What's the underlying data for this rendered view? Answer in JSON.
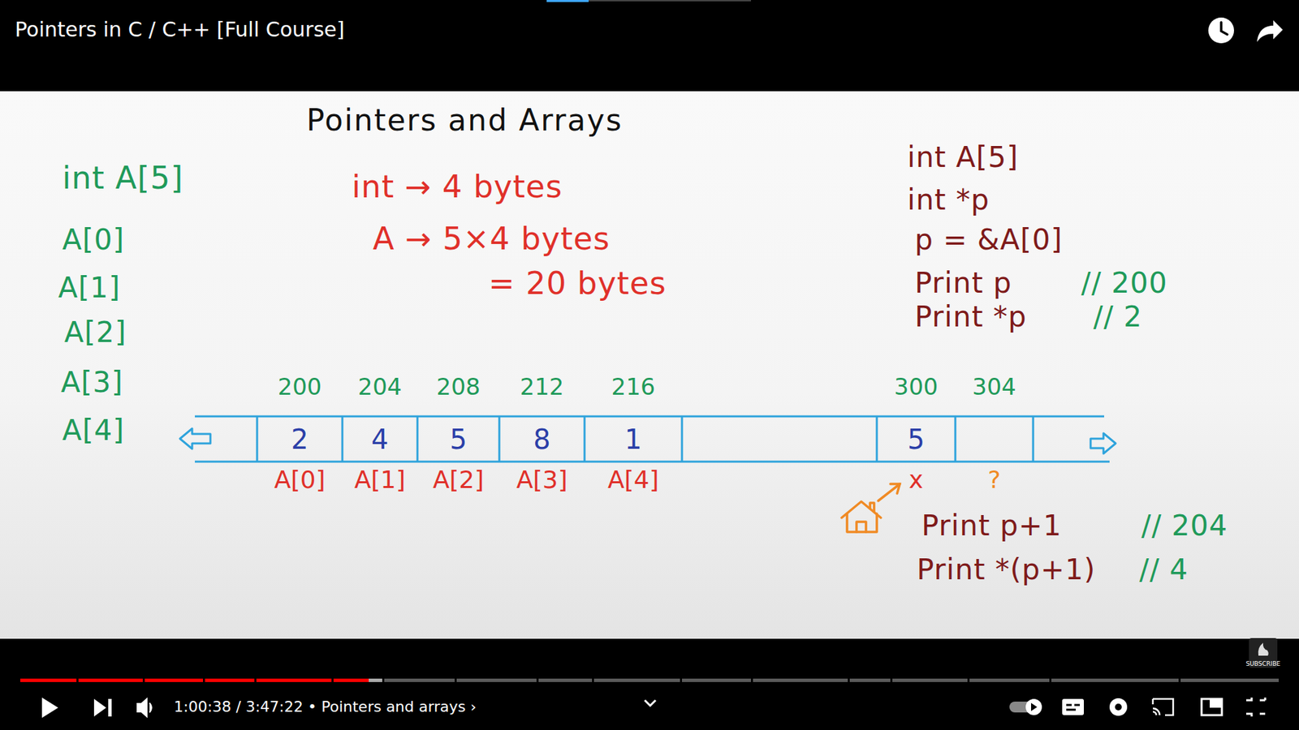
{
  "diagram": {
    "title": "Pointers and Arrays",
    "nodes": [
      {
        "text": [
          "200",
          "2",
          "A[0]"
        ]
      },
      {
        "text": [
          "204",
          "4",
          "A[1]"
        ]
      },
      {
        "text": [
          "208",
          "5",
          "A[2]"
        ]
      },
      {
        "text": [
          "212",
          "8",
          "A[3]"
        ]
      },
      {
        "text": [
          "216",
          "1",
          "A[4]"
        ]
      },
      {
        "text": [
          "300",
          "5",
          "x"
        ]
      },
      {
        "text": [
          "304",
          "?"
        ]
      }
    ],
    "labels": [
      "Pointers in C / C++ [Full Course]",
      "int A[5]",
      "A[0]",
      "A[1]",
      "A[2]",
      "A[3]",
      "A[4]",
      "int → 4 bytes",
      "A → 5×4 bytes",
      "= 20 bytes",
      "int A[5]",
      "int *p",
      "p = &A[0]",
      "Print p",
      "// 200",
      "Print *p",
      "// 2",
      "Print p+1",
      "// 204",
      "Print *(p+1)",
      "// 4",
      "1:00:38 / 3:47:22 • Pointers and arrays ›",
      "SUBSCRIBE"
    ]
  }
}
